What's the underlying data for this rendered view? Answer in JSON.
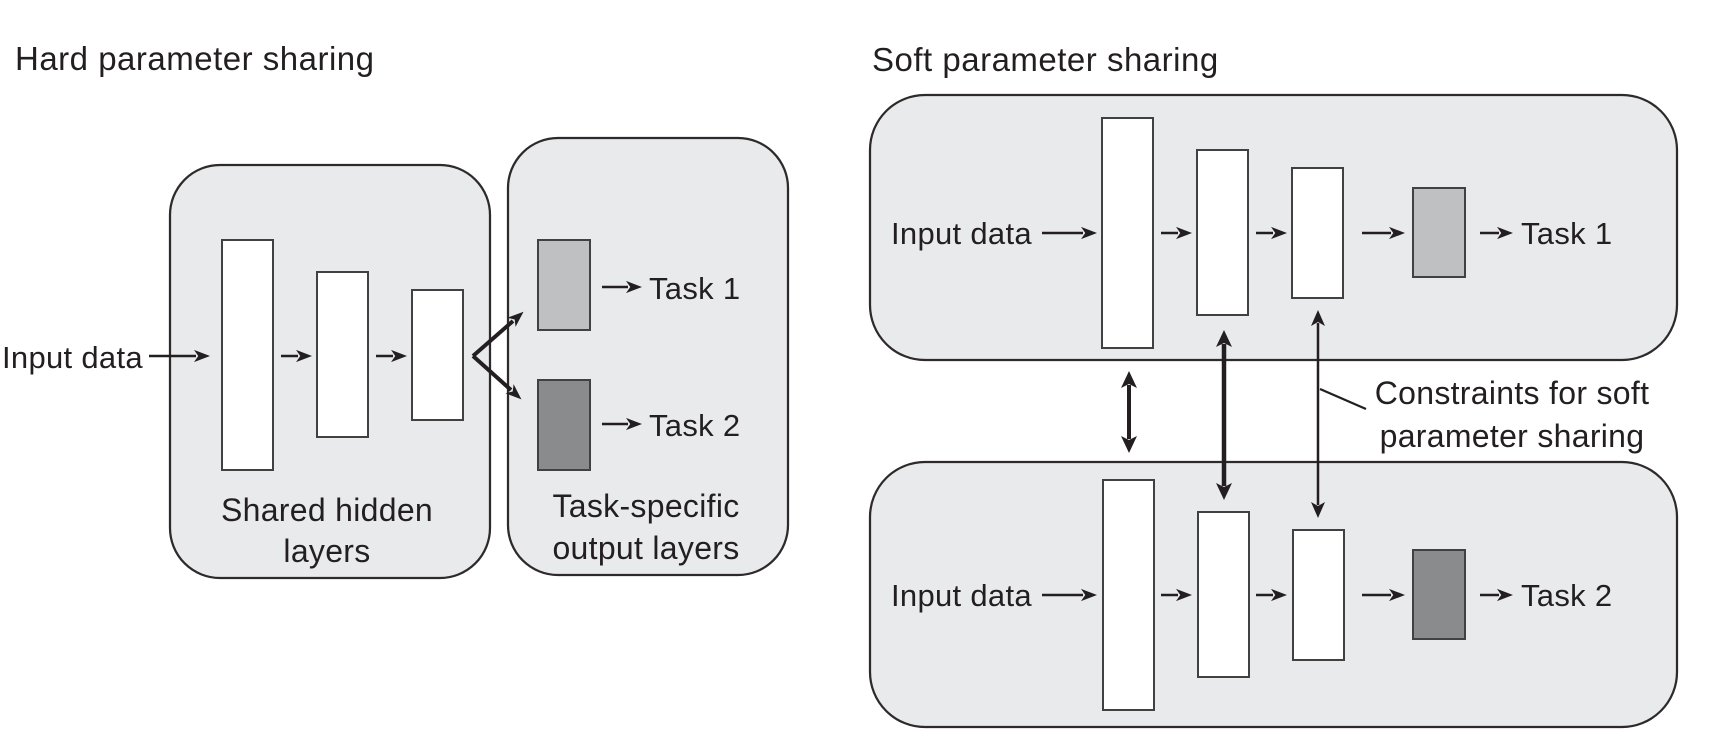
{
  "hard": {
    "title": "Hard parameter sharing",
    "input_label": "Input data",
    "shared_box_caption_line1": "Shared hidden",
    "shared_box_caption_line2": "layers",
    "output_box_caption_line1": "Task-specific",
    "output_box_caption_line2": "output layers",
    "task1_label": "Task 1",
    "task2_label": "Task 2"
  },
  "soft": {
    "title": "Soft parameter sharing",
    "top_input_label": "Input data",
    "bottom_input_label": "Input data",
    "task1_label": "Task 1",
    "task2_label": "Task 2",
    "constraint_label_line1": "Constraints for soft",
    "constraint_label_line2": "parameter sharing"
  },
  "colors": {
    "panel_fill": "#e9eaec",
    "panel_stroke": "#2e2a2b",
    "layer_fill": "#ffffff",
    "layer_stroke": "#414042",
    "task1_layer_fill": "#bfc0c2",
    "task2_layer_fill": "#8a8b8d",
    "ink": "#231f20"
  }
}
